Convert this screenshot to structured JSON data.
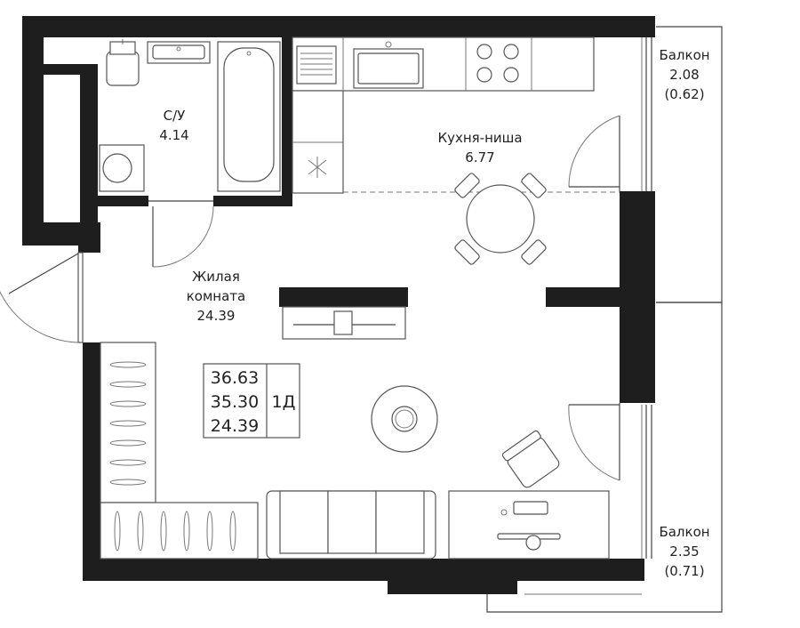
{
  "rooms": {
    "bathroom": {
      "name": "С/У",
      "area": "4.14"
    },
    "kitchen": {
      "name": "Кухня-ниша",
      "area": "6.77"
    },
    "living": {
      "name_line1": "Жилая",
      "name_line2": "комната",
      "area": "24.39"
    },
    "balcony_top": {
      "name": "Балкон",
      "area": "2.08",
      "area_reduced": "(0.62)"
    },
    "balcony_bottom": {
      "name": "Балкон",
      "area": "2.35",
      "area_reduced": "(0.71)"
    }
  },
  "summary": {
    "total_area": "36.63",
    "living_total": "35.30",
    "living_area": "24.39",
    "type": "1Д"
  },
  "colors": {
    "wall": "#1e1e1e",
    "line": "#444444",
    "background": "#ffffff"
  }
}
